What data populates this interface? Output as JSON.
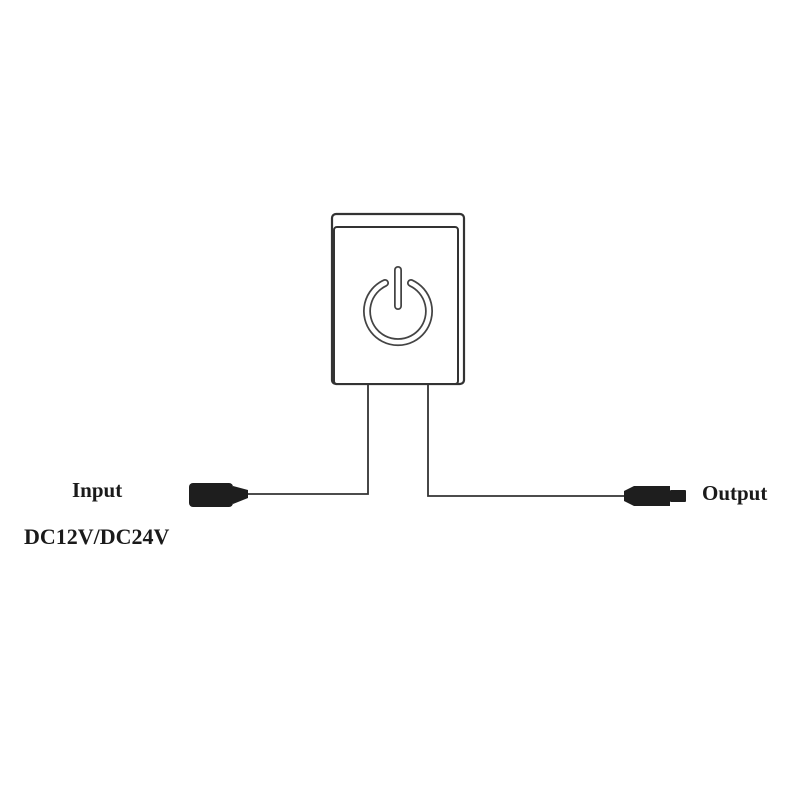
{
  "labels": {
    "input": "Input",
    "voltage": "DC12V/DC24V",
    "output": "Output"
  },
  "icons": {
    "switch": "power-icon"
  },
  "colors": {
    "line": "#333333",
    "connector": "#1e1e1e",
    "text": "#1a1a1a",
    "background": "#ffffff"
  }
}
